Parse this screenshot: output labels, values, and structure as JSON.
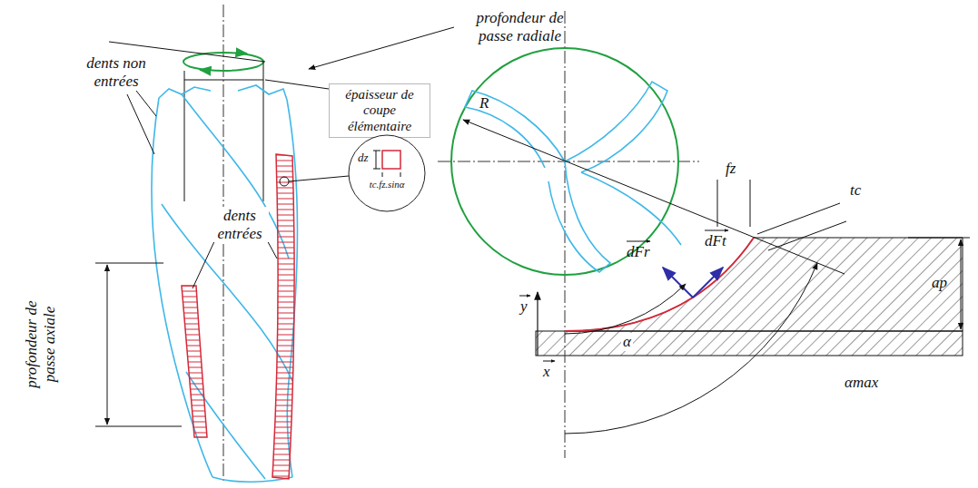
{
  "diagram": {
    "nodes": [
      {
        "text": [
          "épaisseur de coupe élémentaire"
        ]
      },
      {
        "text": [
          "dz",
          "tc.fz.sinα"
        ]
      }
    ],
    "labels": [
      "profondeur de passe radiale",
      "dents non entrées",
      "dents entrées",
      "profondeur de passe axiale",
      "R",
      "fz",
      "dFt",
      "tc",
      "dFr",
      "ap",
      "y",
      "x",
      "α",
      "αmax"
    ]
  }
}
